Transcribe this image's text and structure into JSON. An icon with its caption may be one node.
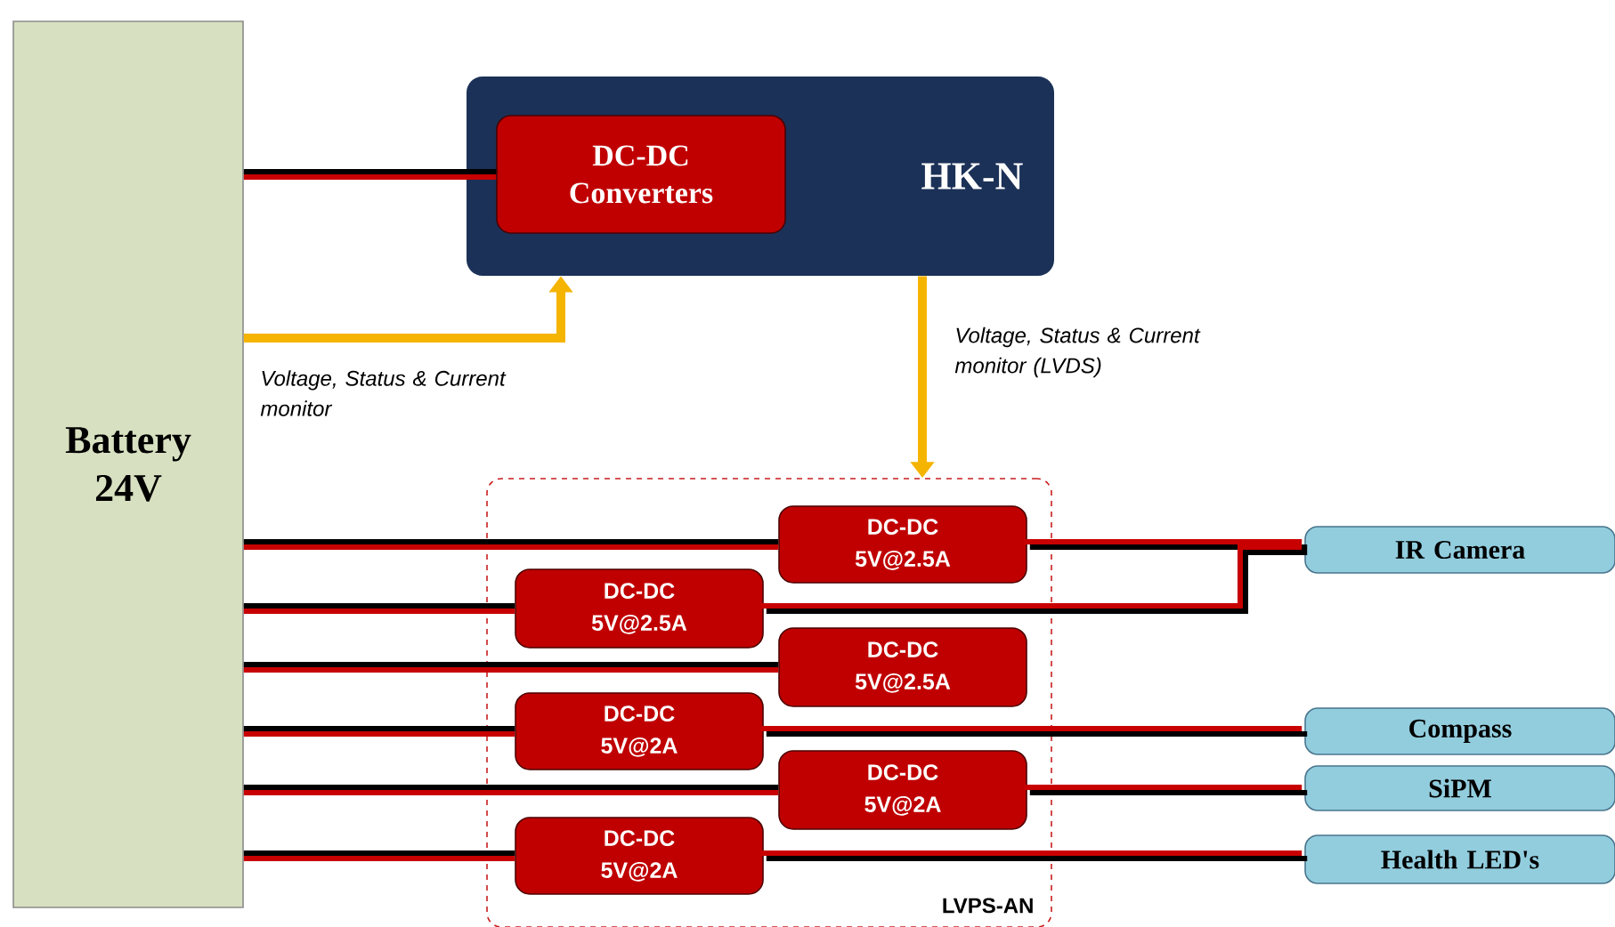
{
  "diagram": {
    "nodes": [
      {
        "text": [
          "Battery 24V"
        ]
      },
      {
        "text": [
          "HK-N"
        ]
      },
      {
        "text": [
          "DC-DC Converters"
        ],
        "in": 1
      },
      {
        "text": [
          "LVPS-AN"
        ]
      },
      {
        "text": [
          "DC-DC 5V@2.5A"
        ],
        "in": 3
      },
      {
        "text": [
          "DC-DC 5V@2.5A"
        ],
        "in": 3
      },
      {
        "text": [
          "DC-DC 5V@2.5A"
        ],
        "in": 3
      },
      {
        "text": [
          "DC-DC 5V@2A"
        ],
        "in": 3
      },
      {
        "text": [
          "DC-DC 5V@2A"
        ],
        "in": 3
      },
      {
        "text": [
          "DC-DC 5V@2A"
        ],
        "in": 3
      },
      {
        "text": [
          "IR Camera"
        ]
      },
      {
        "text": [
          "Compass"
        ]
      },
      {
        "text": [
          "SiPM"
        ]
      },
      {
        "text": [
          "Health LED's"
        ]
      }
    ],
    "edges": [
      {
        "from": 0,
        "to": 2,
        "arrow": "none"
      },
      {
        "from": 0,
        "to": 1,
        "arrow": "to",
        "label": "Voltage, Status & Current monitor",
        "color": "#f5b400"
      },
      {
        "from": 1,
        "to": 3,
        "arrow": "to",
        "label": "Voltage, Status & Current monitor (LVDS)",
        "color": "#f5b400"
      },
      {
        "from": 0,
        "to": 4,
        "arrow": "none"
      },
      {
        "from": 0,
        "to": 5,
        "arrow": "none"
      },
      {
        "from": 0,
        "to": 6,
        "arrow": "none"
      },
      {
        "from": 0,
        "to": 7,
        "arrow": "none"
      },
      {
        "from": 0,
        "to": 8,
        "arrow": "none"
      },
      {
        "from": 0,
        "to": 9,
        "arrow": "none"
      },
      {
        "from": 4,
        "to": 10,
        "arrow": "none"
      },
      {
        "from": 5,
        "to": 10,
        "arrow": "none"
      },
      {
        "from": 7,
        "to": 11,
        "arrow": "none"
      },
      {
        "from": 8,
        "to": 12,
        "arrow": "none"
      },
      {
        "from": 9,
        "to": 13,
        "arrow": "none"
      }
    ]
  }
}
